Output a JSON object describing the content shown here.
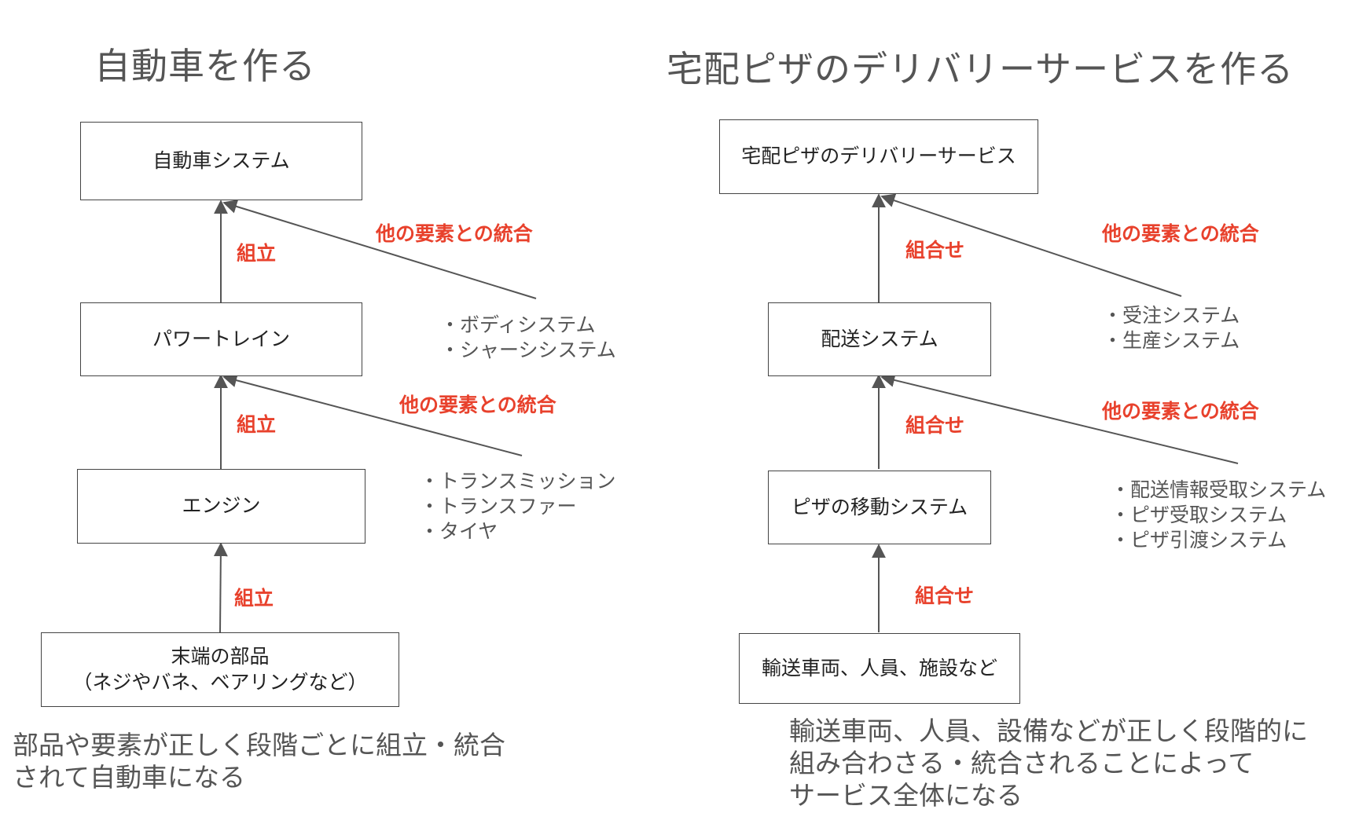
{
  "left": {
    "title": "自動車を作る",
    "boxes": {
      "top": "自動車システム",
      "second": "パワートレイン",
      "third": "エンジン",
      "bottom_line1": "末端の部品",
      "bottom_line2": "（ネジやバネ、ベアリングなど）"
    },
    "assemble_label": "組立",
    "integrate_label": "他の要素との統合",
    "list_upper": [
      "・ボディシステム",
      "・シャーシシステム"
    ],
    "list_lower": [
      "・トランスミッション",
      "・トランスファー",
      "・タイヤ"
    ],
    "caption": [
      "部品や要素が正しく段階ごとに組立・統合",
      "されて自動車になる"
    ]
  },
  "right": {
    "title": "宅配ピザのデリバリーサービスを作る",
    "boxes": {
      "top": "宅配ピザのデリバリーサービス",
      "second": "配送システム",
      "third": "ピザの移動システム",
      "bottom": "輸送車両、人員、施設など"
    },
    "combine_label": "組合せ",
    "integrate_label": "他の要素との統合",
    "list_upper": [
      "・受注システム",
      "・生産システム"
    ],
    "list_lower": [
      "・配送情報受取システム",
      "・ピザ受取システム",
      "・ピザ引渡システム"
    ],
    "caption": [
      "輸送車両、人員、設備などが正しく段階的に",
      "組み合わさる・統合されることによって",
      "サービス全体になる"
    ]
  },
  "colors": {
    "accent": "#e8412c",
    "line": "#555555",
    "border": "#444444"
  }
}
